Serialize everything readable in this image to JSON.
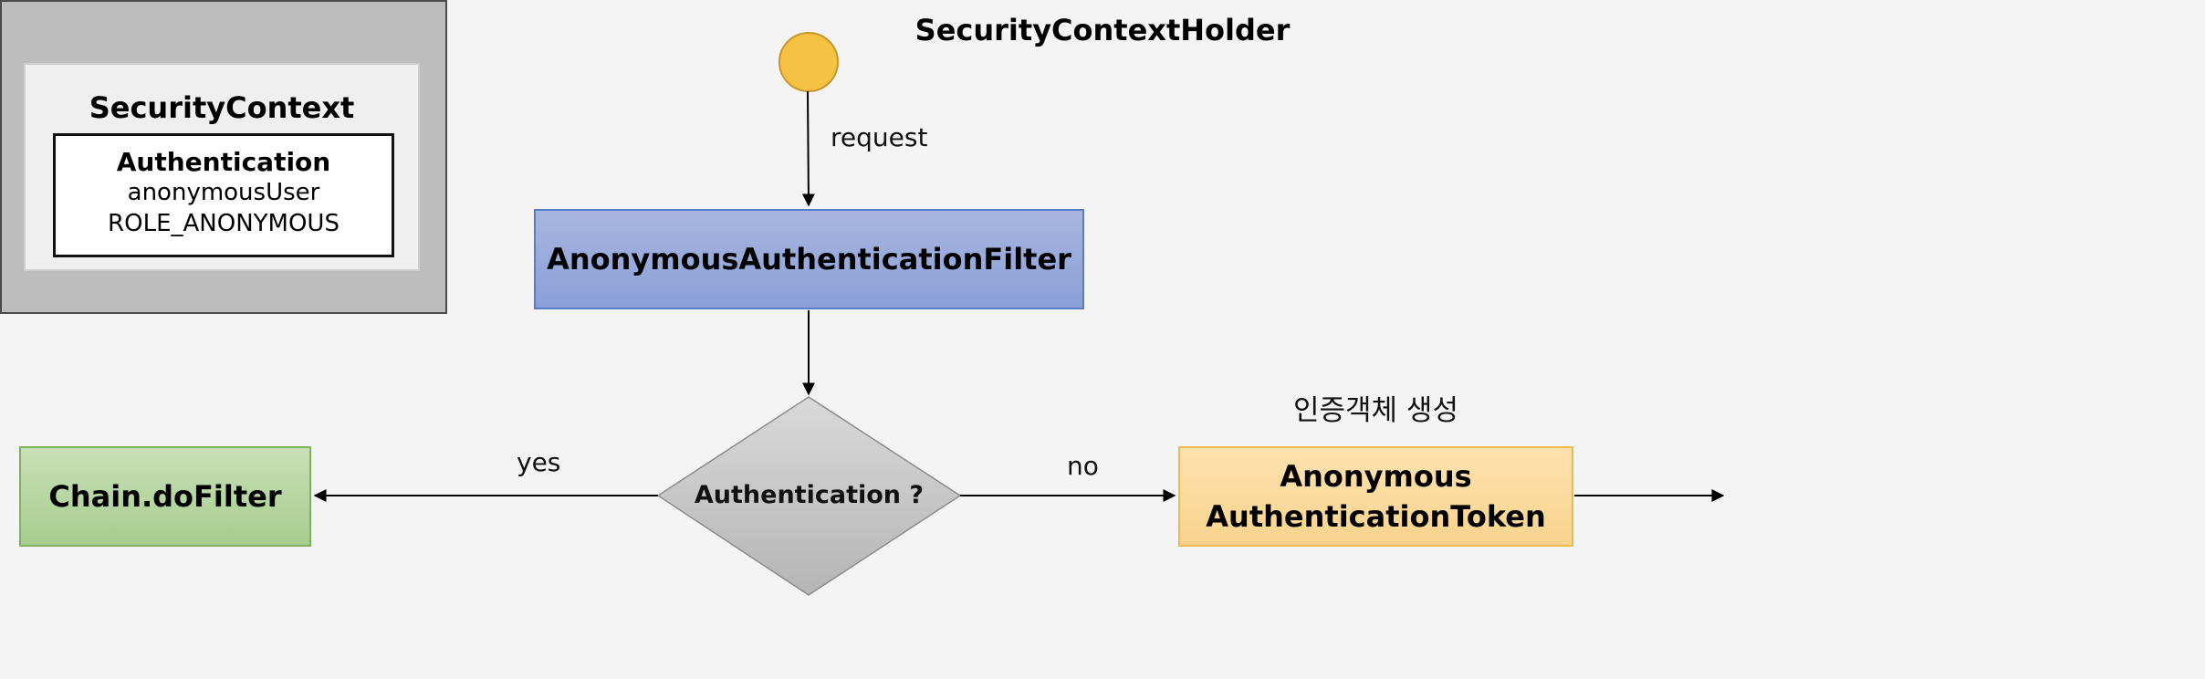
{
  "nodes": {
    "start_label": "request",
    "filter": "AnonymousAuthenticationFilter",
    "decision": "Authentication ?",
    "chain": "Chain.doFilter",
    "token_line1": "Anonymous",
    "token_line2": "AuthenticationToken",
    "token_caption": "인증객체 생성",
    "holder": "SecurityContextHolder",
    "context": "SecurityContext",
    "authentication": "Authentication",
    "principal": "anonymousUser",
    "role": "ROLE_ANONYMOUS"
  },
  "edges": {
    "yes_label": "yes",
    "no_label": "no"
  },
  "colors": {
    "start_fill": "#f6c243",
    "start_stroke": "#c9962a",
    "filter_fill": "#9aa9dc",
    "chain_fill": "#b4d79d",
    "token_fill": "#fbd996",
    "decision_fill": "#bfbfbf",
    "holder_fill": "#bdbdbd"
  }
}
